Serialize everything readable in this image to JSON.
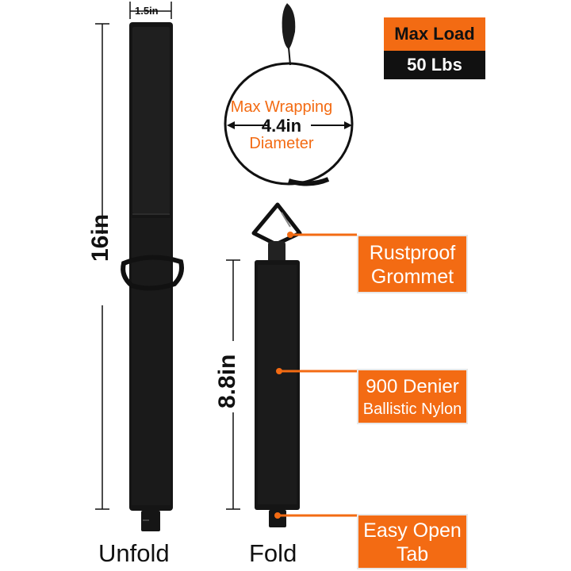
{
  "dimensions": {
    "width": "1.5in",
    "unfolded_length": "16in",
    "folded_length": "8.8in"
  },
  "captions": {
    "unfold": "Unfold",
    "fold": "Fold"
  },
  "max_load": {
    "label": "Max Load",
    "value": "50 Lbs"
  },
  "wrapping": {
    "line1": "Max Wrapping",
    "line2": "4.4in",
    "line3": "Diameter"
  },
  "callouts": {
    "grommet": {
      "line1": "Rustproof",
      "line2": "Grommet"
    },
    "nylon": {
      "line1": "900 Denier",
      "line2": "Ballistic Nylon"
    },
    "tab": {
      "line1": "Easy Open",
      "line2": "Tab"
    }
  },
  "colors": {
    "accent": "#f36b13",
    "strap": "#151515",
    "dark_box": "#111111"
  },
  "icons": {
    "strap": "velcro-strap",
    "ring": "d-ring",
    "hook": "triangle-carabiner"
  }
}
